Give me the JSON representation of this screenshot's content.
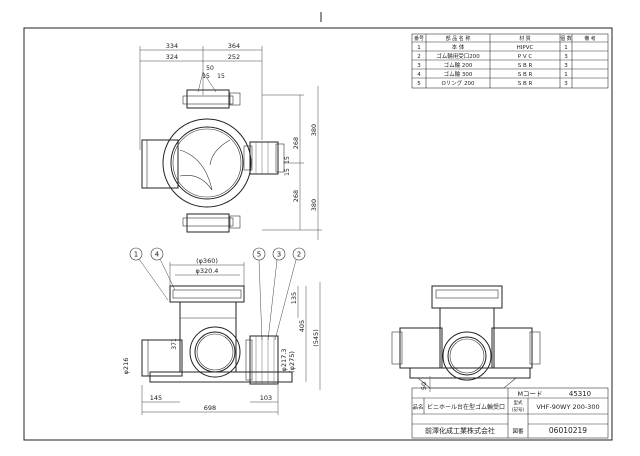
{
  "parts_table": {
    "headers": [
      "番号",
      "部 品 名 称",
      "材 質",
      "個 数",
      "備 考"
    ],
    "rows": [
      [
        "1",
        "本 体",
        "HIPVC",
        "1",
        ""
      ],
      [
        "2",
        "ゴム輪用受口200",
        "P V C",
        "3",
        ""
      ],
      [
        "3",
        "ゴム輪 200",
        "S B R",
        "3",
        ""
      ],
      [
        "4",
        "ゴム輪 300",
        "S B R",
        "1",
        ""
      ],
      [
        "5",
        "Oリング 200",
        "S B R",
        "3",
        ""
      ]
    ]
  },
  "plan_dims": {
    "d334": "334",
    "d364": "364",
    "d324": "324",
    "d252": "252",
    "d50": "50",
    "d15a": "15",
    "d15b": "15",
    "d268a": "268",
    "d268b": "268",
    "d380a": "380",
    "d380b": "380",
    "d15c": "15",
    "d15d": "15"
  },
  "front_dims": {
    "d360": "(φ360)",
    "d320": "φ320.4",
    "d135": "135",
    "d405": "405",
    "d545": "(545)",
    "d371": "371",
    "d216": "φ216",
    "d217": "φ217.3",
    "d275": "(φ275)",
    "d145": "145",
    "d103": "103",
    "d698": "698"
  },
  "callouts": [
    "1",
    "4",
    "5",
    "3",
    "2"
  ],
  "side_dims": {
    "d50": "50"
  },
  "title_block": {
    "mcode_label": "Mコード",
    "mcode_value": "45310",
    "name_label": "品名",
    "name_value": "ビニホール台在型ゴム輪受口",
    "model_label": "型式\n(記号)",
    "model_value": "VHF-90WY 200-300",
    "company": "前澤化成工業株式会社",
    "drawing_label": "図番",
    "drawing_value": "06010219"
  }
}
